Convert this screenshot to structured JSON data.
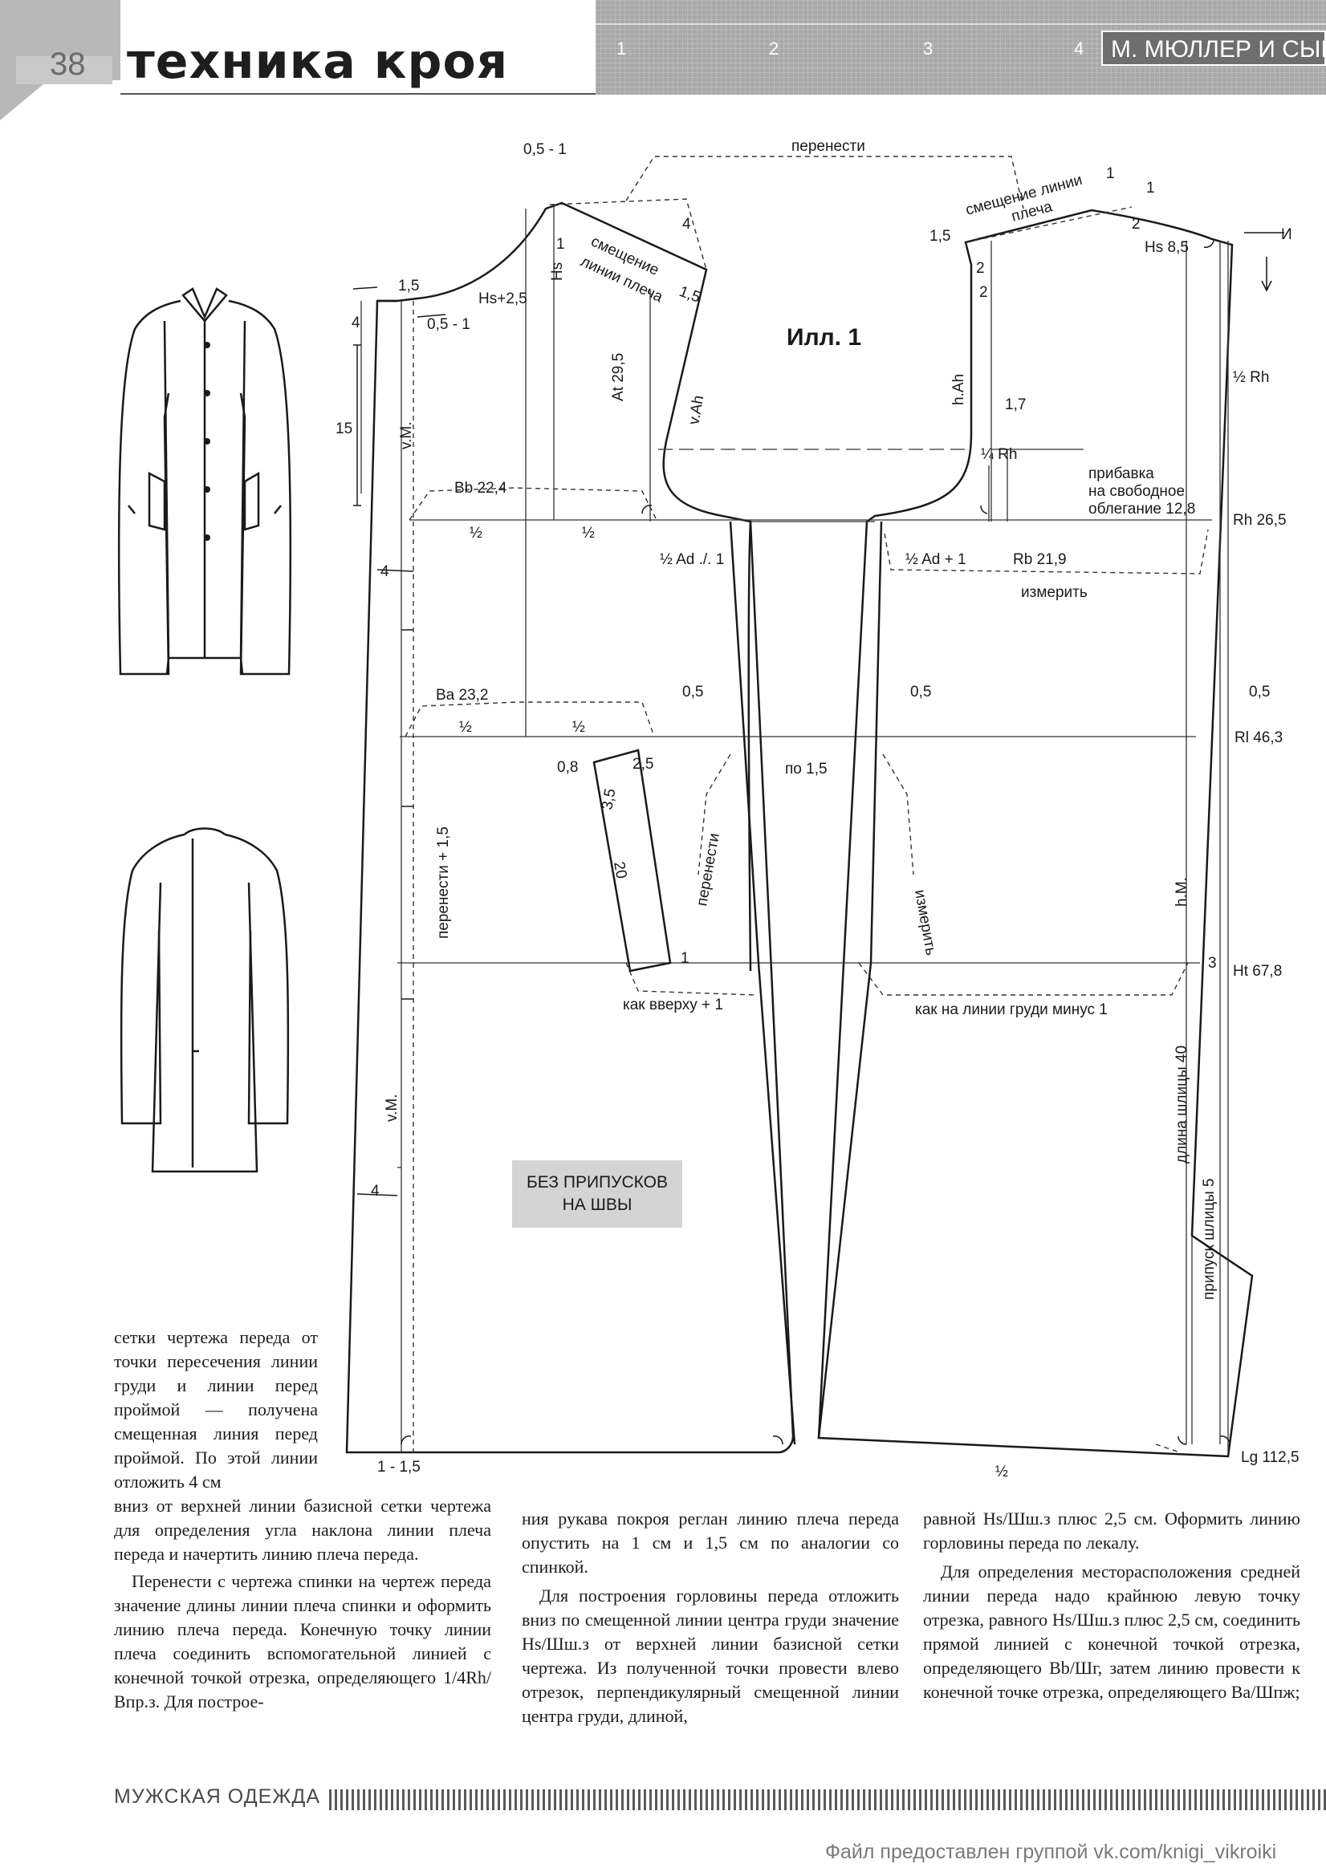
{
  "header": {
    "page_number": "38",
    "section_title": "техника кроя",
    "author": "М. МЮЛЛЕР И СЫН",
    "scale_numbers": [
      "1",
      "2",
      "3",
      "4"
    ]
  },
  "figure": {
    "caption": "Илл. 1",
    "note": [
      "БЕЗ ПРИПУСКОВ",
      "НА ШВЫ"
    ],
    "labels": {
      "transfer_top": "перенести",
      "shift_left": "0,5 - 1",
      "shoulder_shift_back_1": "смещение",
      "shoulder_shift_back_2": "линии плеча",
      "shoulder_shift_front_1": "смещение линии",
      "shoulder_shift_front_2": "плеча",
      "num_4_top": "4",
      "num_1_5_a": "1,5",
      "num_1_5_b": "1,5",
      "num_1_5_c": "1,5",
      "num_1_top": "1",
      "num_1_front": "1",
      "num_1_front_b": "1",
      "hs_plus": "Hs+2,5",
      "hs": "Hs",
      "hs_front": "Hs 8,5",
      "shift_05_1": "0,5 - 1",
      "num_4_left": "4",
      "num_15": "15",
      "vm_top": "v.M.",
      "at": "At 29,5",
      "vah": "v.Ah",
      "hah": "h.Ah",
      "num_1_7": "1,7",
      "quarter_rh": "¼ Rh",
      "half_rh": "½ Rh",
      "allowance_1": "прибавка",
      "allowance_2": "на свободное",
      "allowance_3": "облегание 12,8",
      "rh": "Rh 26,5",
      "bb": "Bb 22,4",
      "half_a": "½",
      "half_b": "½",
      "half_ad_minus": "½ Ad ./. 1",
      "half_ad_plus": "½ Ad + 1",
      "rb": "Rb 21,9",
      "measure": "измерить",
      "num_4_mid": "4",
      "ba": "Ba 23,2",
      "half_c": "½",
      "half_d": "½",
      "num_0_5_a": "0,5",
      "num_0_5_b": "0,5",
      "num_0_5_c": "0,5",
      "rl": "Rl 46,3",
      "num_0_8": "0,8",
      "num_2_5": "2,5",
      "num_3_5": "3,5",
      "num_20": "20",
      "by_1_5": "по 1,5",
      "transfer_plus": "перенести + 1,5",
      "transfer_side": "перенести",
      "measure_side": "измерить",
      "hm": "h.M.",
      "num_3": "3",
      "ht": "Ht 67,8",
      "as_above": "как вверху + 1",
      "as_chest": "как на линии груди минус 1",
      "slit_length": "длина шлицы 40",
      "slit_allow": "припуск шлицы 5",
      "vm_bottom": "v.M.",
      "num_4_bottom": "4",
      "bottom_shift": "1 - 1,5",
      "bottom_mid": "½",
      "lg": "Lg 112,5",
      "num_2_a": "2",
      "num_2_b": "2",
      "num_2_c": "2",
      "num_1_d": "1",
      "arrow_i": "И"
    }
  },
  "text": {
    "col1_narrow": "сетки чертежа переда от точки пересечения линии груди и линии перед проймой — получена смещенная линия перед проймой. По этой линии отложить 4 см",
    "col1_p1": "вниз от верхней линии базисной сетки чертежа для определения угла наклона линии плеча переда и начертить линию плеча переда.",
    "col1_p2": "Перенести с чертежа спинки на чертеж переда значение длины линии плеча спинки и оформить линию плеча переда. Конечную точку линии плеча соединить вспомогательной линией с конечной точкой отрезка, определяющего 1/4Rh/Впр.з. Для построе-",
    "col2_p1": "ния рукава покроя реглан линию плеча переда опустить на 1 см и 1,5 см по аналогии со спинкой.",
    "col2_p2": "Для построения горловины переда отложить вниз по смещенной линии центра груди значение Hs/Шш.з от верхней линии базисной сетки чертежа. Из полученной точки провести влево отрезок, перпендикулярный смещенной линии центра груди, длиной,",
    "col3_p1": "равной Hs/Шш.з плюс 2,5 см. Оформить линию горловины переда по лекалу.",
    "col3_p2": "Для определения месторасположения средней линии переда надо крайнюю левую точку отрезка, равного Hs/Шш.з плюс 2,5 см, соединить прямой линией с конечной точкой отрезка, определяющего Bb/Шг, затем линию провести к конечной точке отрезка, определяющего Ba/Шпж;"
  },
  "footer": {
    "label": "МУЖСКАЯ ОДЕЖДА",
    "credit": "Файл предоставлен группой vk.com/knigi_vikroiki"
  }
}
